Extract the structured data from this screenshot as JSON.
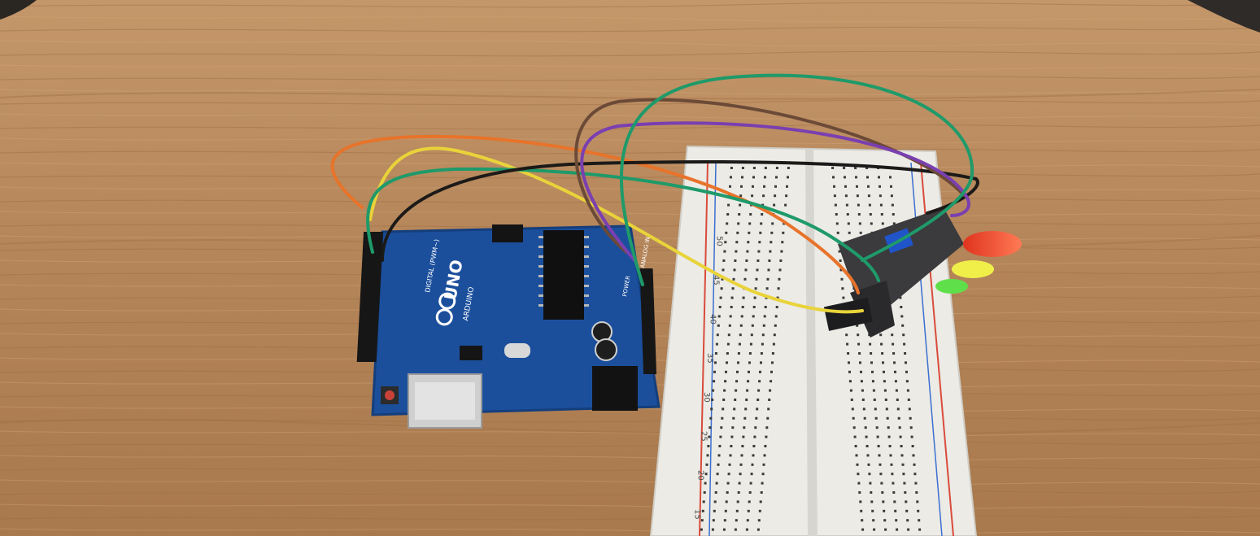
{
  "scene": {
    "description_free": true,
    "board": {
      "brand_text": "ARDUINO",
      "model_text": "UNO",
      "digital_label": "DIGITAL (PWM~)",
      "power_label": "POWER",
      "analog_label": "ANALOG IN"
    },
    "breadboard": {
      "row_numbers": [
        "50",
        "45",
        "40",
        "35",
        "30",
        "25",
        "20",
        "15"
      ]
    },
    "wire_colors": {
      "orange": "#e8732a",
      "yellow": "#e9d33a",
      "green": "#1f9a6a",
      "black": "#1c1a18",
      "brown": "#6b4a37",
      "purple": "#7a3fb0"
    },
    "led_colors": {
      "red": "#ff4a2a",
      "yellow": "#f0ef4a",
      "green": "#5fe04a"
    },
    "board_color": "#1b4f9c",
    "table_color": "#b98a58"
  }
}
